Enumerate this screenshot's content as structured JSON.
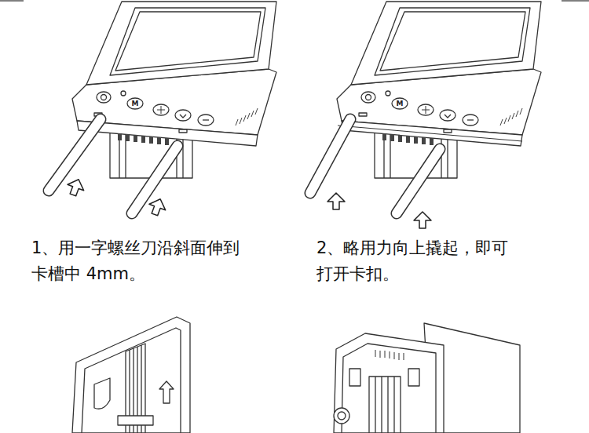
{
  "diagram": {
    "labels": [
      "1、用一字螺丝刀沿斜面伸到 卡槽中 4mm。",
      "2、略用力向上撬起，即可 打开卡扣。",
      "M",
      "M"
    ]
  }
}
